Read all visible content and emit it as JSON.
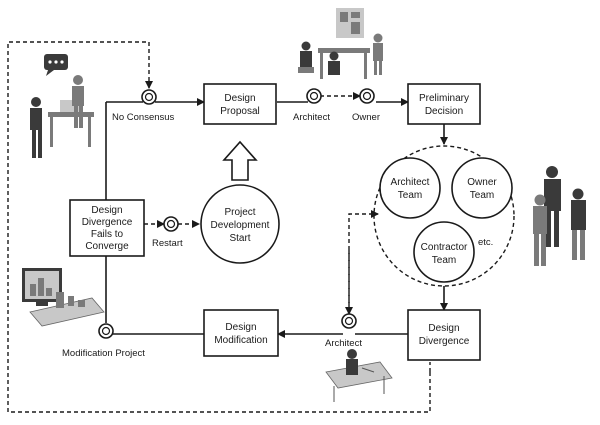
{
  "boxes": {
    "design_proposal": [
      "Design",
      "Proposal"
    ],
    "preliminary_decision": [
      "Preliminary",
      "Decision"
    ],
    "divergence_fails": [
      "Design",
      "Divergence",
      "Fails to",
      "Converge"
    ],
    "design_modification": [
      "Design",
      "Modification"
    ],
    "design_divergence": [
      "Design",
      "Divergence"
    ]
  },
  "circles": {
    "project_start": [
      "Project",
      "Development",
      "Start"
    ],
    "architect_team": [
      "Architect",
      "Team"
    ],
    "owner_team": [
      "Owner",
      "Team"
    ],
    "contractor_team": [
      "Contractor",
      "Team"
    ]
  },
  "labels": {
    "no_consensus": "No Consensus",
    "architect_top": "Architect",
    "owner_top": "Owner",
    "restart": "Restart",
    "etc": "etc.",
    "modification_project": "Modification Project",
    "architect_bottom": "Architect"
  }
}
